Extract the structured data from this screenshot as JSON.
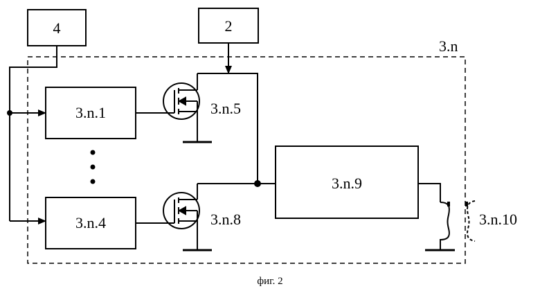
{
  "diagram": {
    "outer_label": "3.n",
    "input_box_a": "4",
    "input_box_b": "2",
    "block_1": "3.n.1",
    "block_4": "3.n.4",
    "block_9": "3.n.9",
    "transistor_top": "3.n.5",
    "transistor_bottom": "3.n.8",
    "capacitor": "3.n.10",
    "caption": "фиг. 2"
  }
}
